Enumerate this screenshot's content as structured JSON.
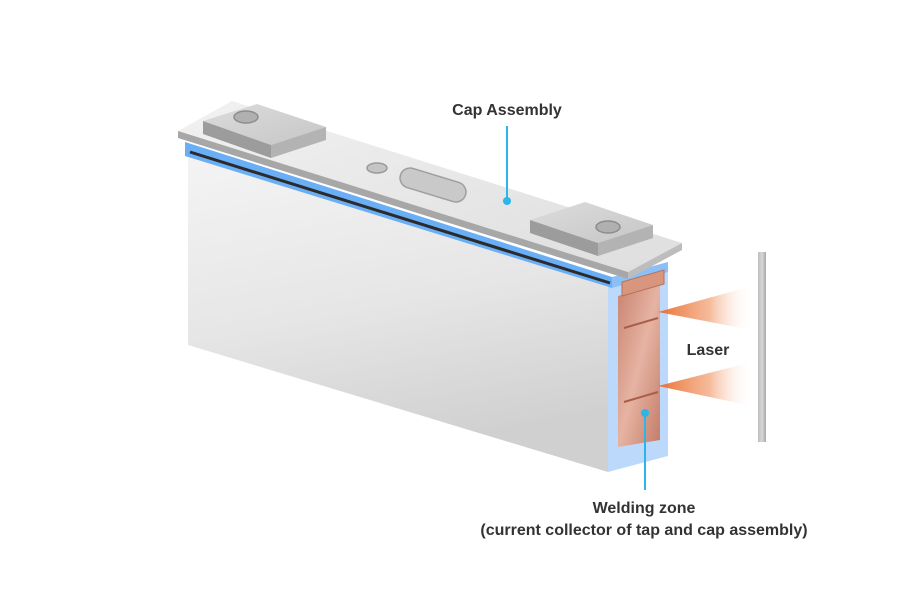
{
  "labels": {
    "cap_assembly": "Cap Assembly",
    "laser": "Laser",
    "welding_zone_line1": "Welding zone",
    "welding_zone_line2": "(current collector of tap and cap assembly)"
  },
  "colors": {
    "callout": "#29b6e8",
    "seal_blue": "#6aaef5",
    "copper": "#d4907a",
    "laser_beam": "#ee7d40"
  }
}
